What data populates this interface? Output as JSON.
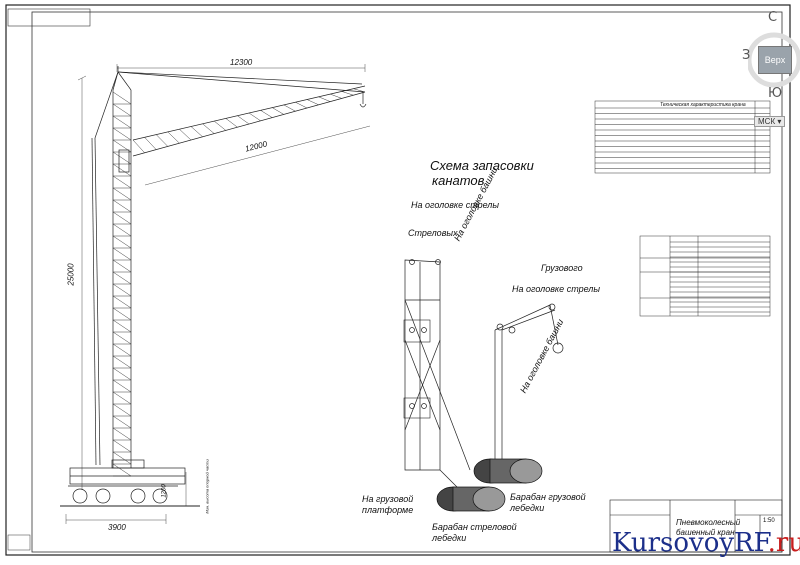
{
  "drawing": {
    "dims": {
      "length_top": "12300",
      "boom": "12000",
      "height": "25000",
      "base_width": "3900",
      "base_height": "1200",
      "base_note": "Мин. высота опорной части"
    },
    "schema": {
      "title_line1": "Схема запасовки",
      "title_line2": "канатов",
      "at_boom_head_1": "На оголовке стрелы",
      "at_tower_head_1": "На оголовке башни",
      "jib_group": "Стреловых",
      "cargo_group": "Грузового",
      "at_boom_head_2": "На оголовке стрелы",
      "at_tower_head_2": "На оголовке башни",
      "on_cargo_platform": "На грузовой платформе",
      "cargo_drum": "Барабан грузовой лебедки",
      "jib_drum": "Барабан стреловой лебедки"
    },
    "tech_table_title": "Техническая характеристика крана",
    "title_block": {
      "name": "Пневмоколесный башенный кран",
      "scale": "1:50"
    }
  },
  "viewcube": {
    "north": "С",
    "west": "З",
    "south": "Ю",
    "top": "Верх",
    "ucs": "МСК ▾"
  },
  "watermark": {
    "part1": "KursovoyRF",
    "part2": ".ru"
  }
}
